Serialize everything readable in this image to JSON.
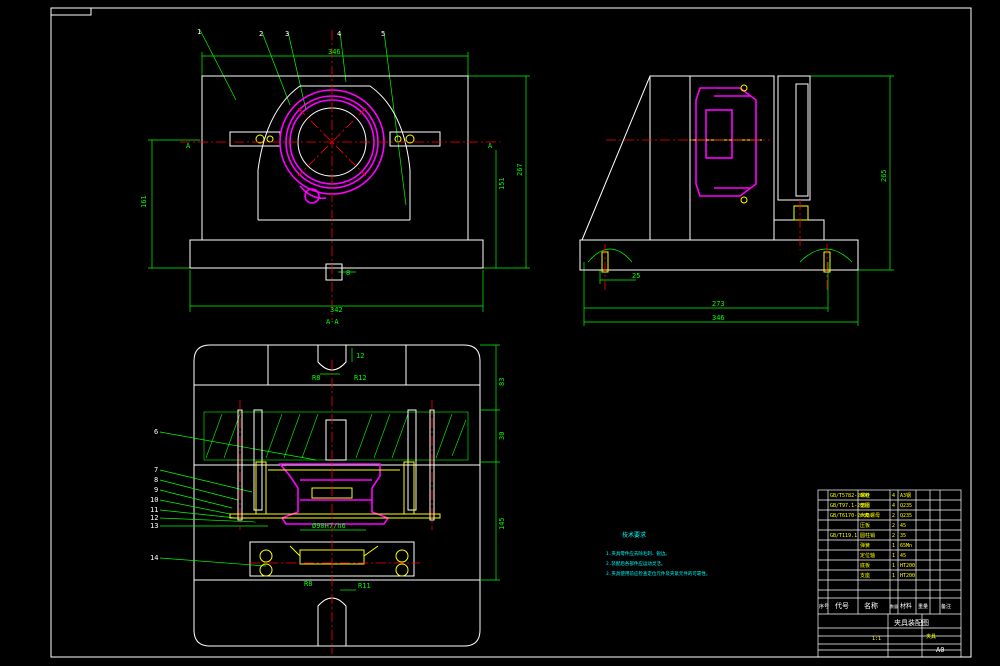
{
  "colors": {
    "background": "#000000",
    "frame": "#ffffff",
    "outline": "#ffffff",
    "dimension": "#00ff00",
    "centerline": "#ff0000",
    "workpiece": "#ff00ff",
    "hardware": "#ffff00",
    "hatch": "#00ff00",
    "note": "#00ffff"
  },
  "front_view": {
    "dims": {
      "top_width": "346",
      "bottom_width": "342",
      "left_height": "161",
      "right_height_inner": "151",
      "right_height_outer": "267",
      "slot": "8"
    },
    "section_markers": {
      "left": "A",
      "right": "A"
    },
    "section_caption": "A-A",
    "balloons": [
      "1",
      "2",
      "3",
      "4",
      "5"
    ]
  },
  "side_view": {
    "dims": {
      "height": "265",
      "foot": "25",
      "width_inner": "273",
      "width_outer": "346"
    }
  },
  "plan_view": {
    "dims": {
      "top_gap": "12",
      "r_top": "R12",
      "r_bottom": "R11",
      "r8_top": "R8",
      "r8_bottom": "R8",
      "h1": "83",
      "h2": "30",
      "h3": "145",
      "inner": "Ø90H7/h6"
    },
    "balloons": [
      "6",
      "7",
      "8",
      "9",
      "10",
      "11",
      "12",
      "13",
      "14"
    ]
  },
  "notes": {
    "title": "技术要求",
    "lines": [
      "1.夹具零件应去除毛刺、锐边。",
      "2.装配后各部件应运动灵活。",
      "3.夹具使用前应检查定位元件及夹紧元件的可靠性。"
    ]
  },
  "title_block": {
    "drawing_name": "夹具装配图",
    "bom": [
      {
        "code": "GB/T5782-2000",
        "name": "螺栓",
        "qty": "4",
        "mat": "A3钢"
      },
      {
        "code": "GB/T97.1-2002",
        "name": "垫圈",
        "qty": "4",
        "mat": "Q235"
      },
      {
        "code": "GB/T6170-2000",
        "name": "六角螺母",
        "qty": "2",
        "mat": "Q235"
      },
      {
        "code": "",
        "name": "压板",
        "qty": "2",
        "mat": "45"
      },
      {
        "code": "GB/T119.1",
        "name": "圆柱销",
        "qty": "2",
        "mat": "35"
      },
      {
        "code": "",
        "name": "弹簧",
        "qty": "1",
        "mat": "65Mn"
      },
      {
        "code": "",
        "name": "定位轴",
        "qty": "1",
        "mat": "45"
      },
      {
        "code": "",
        "name": "底板",
        "qty": "1",
        "mat": "HT200"
      },
      {
        "code": "",
        "name": "支座",
        "qty": "1",
        "mat": "HT200"
      }
    ],
    "headers": {
      "no": "序号",
      "code": "代号",
      "name": "名称",
      "qty": "数量",
      "mat": "材料",
      "weight": "重量",
      "remark": "备注"
    },
    "school": "夹具",
    "scale": "1:1",
    "sheet": "A0"
  }
}
